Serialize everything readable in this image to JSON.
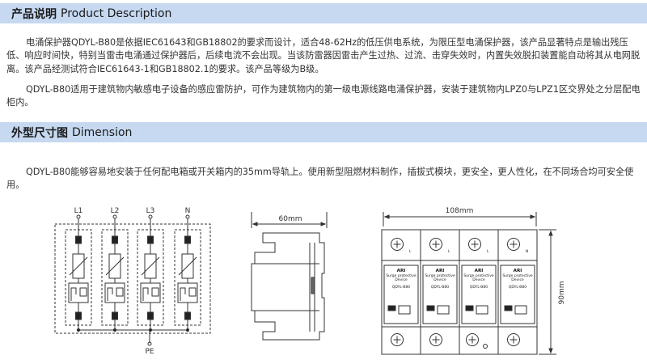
{
  "product_section": {
    "title_cn": "产品说明",
    "title_en": "Product Description",
    "paragraphs": [
      "电涌保护器QDYL-B80是依据IEC61643和GB18802的要求而设计，适合48-62Hz的低压供电系统，为限压型电涌保护器，该产品显著特点是输出残压低、响应时间快，特别当雷击电涌通过保护器后，后续电流不会出现。当该防雷器因雷击产生过热、过流、击穿失效时，内置失效脱扣装置能自动将其从电网脱离。该产品经测试符合IEC61643-1和GB18802.1的要求。该产品等级为B级。",
      "QDYL-B80适用于建筑物内敏感电子设备的感应雷防护，可作为建筑物内的第一级电源线路电涌保护器，安装于建筑物内LPZ0与LPZ1区交界处之分层配电柜内。"
    ]
  },
  "dimension_section": {
    "title_cn": "外型尺寸图",
    "title_en": "Dimension",
    "paragraph": "QDYL-B80能够容易地安装于任何配电箱或开关箱内的35mm导轨上。使用新型阻燃材料制作，插拔式模块，更安全，更人性化，在不同场合均可安全使用。"
  },
  "schematic": {
    "line_labels": [
      "L1",
      "L2",
      "L3",
      "N"
    ],
    "ground_label": "PE"
  },
  "side_view": {
    "width_label": "60mm"
  },
  "front_view": {
    "width_label": "108mm",
    "height_label": "90mm",
    "modules": [
      {
        "brand": "ARI",
        "desc1": "Surge protective",
        "desc2": "Device",
        "model": "QDYL-B80",
        "terminal": "L"
      },
      {
        "brand": "ARI",
        "desc1": "Surge protective",
        "desc2": "Device",
        "model": "QDYL-B80",
        "terminal": "L"
      },
      {
        "brand": "ARI",
        "desc1": "Surge protective",
        "desc2": "Device",
        "model": "QDYL-B80",
        "terminal": "L"
      },
      {
        "brand": "ARI",
        "desc1": "Surge protective",
        "desc2": "Device",
        "model": "QDYL-B80",
        "terminal": "N"
      }
    ]
  },
  "colors": {
    "section_bar": "#c6d9f1",
    "line": "#333333"
  }
}
